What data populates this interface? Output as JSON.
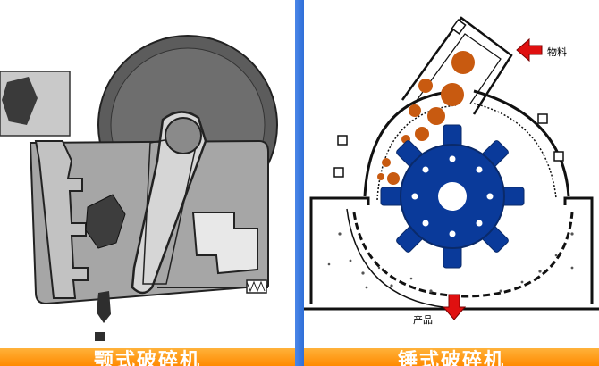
{
  "left": {
    "caption": "颚式破碎机"
  },
  "right": {
    "caption": "锤式破碎机",
    "label_material": "物料",
    "label_product": "产品"
  },
  "colors": {
    "divider": "#2f6fd8",
    "caption_bar": "#ff9400",
    "jaw_body": "#a6a6a6",
    "jaw_dark": "#4d4d4d",
    "rotor": "#0a3a9a",
    "ore": "#c85a10",
    "arrow": "#e01010"
  }
}
